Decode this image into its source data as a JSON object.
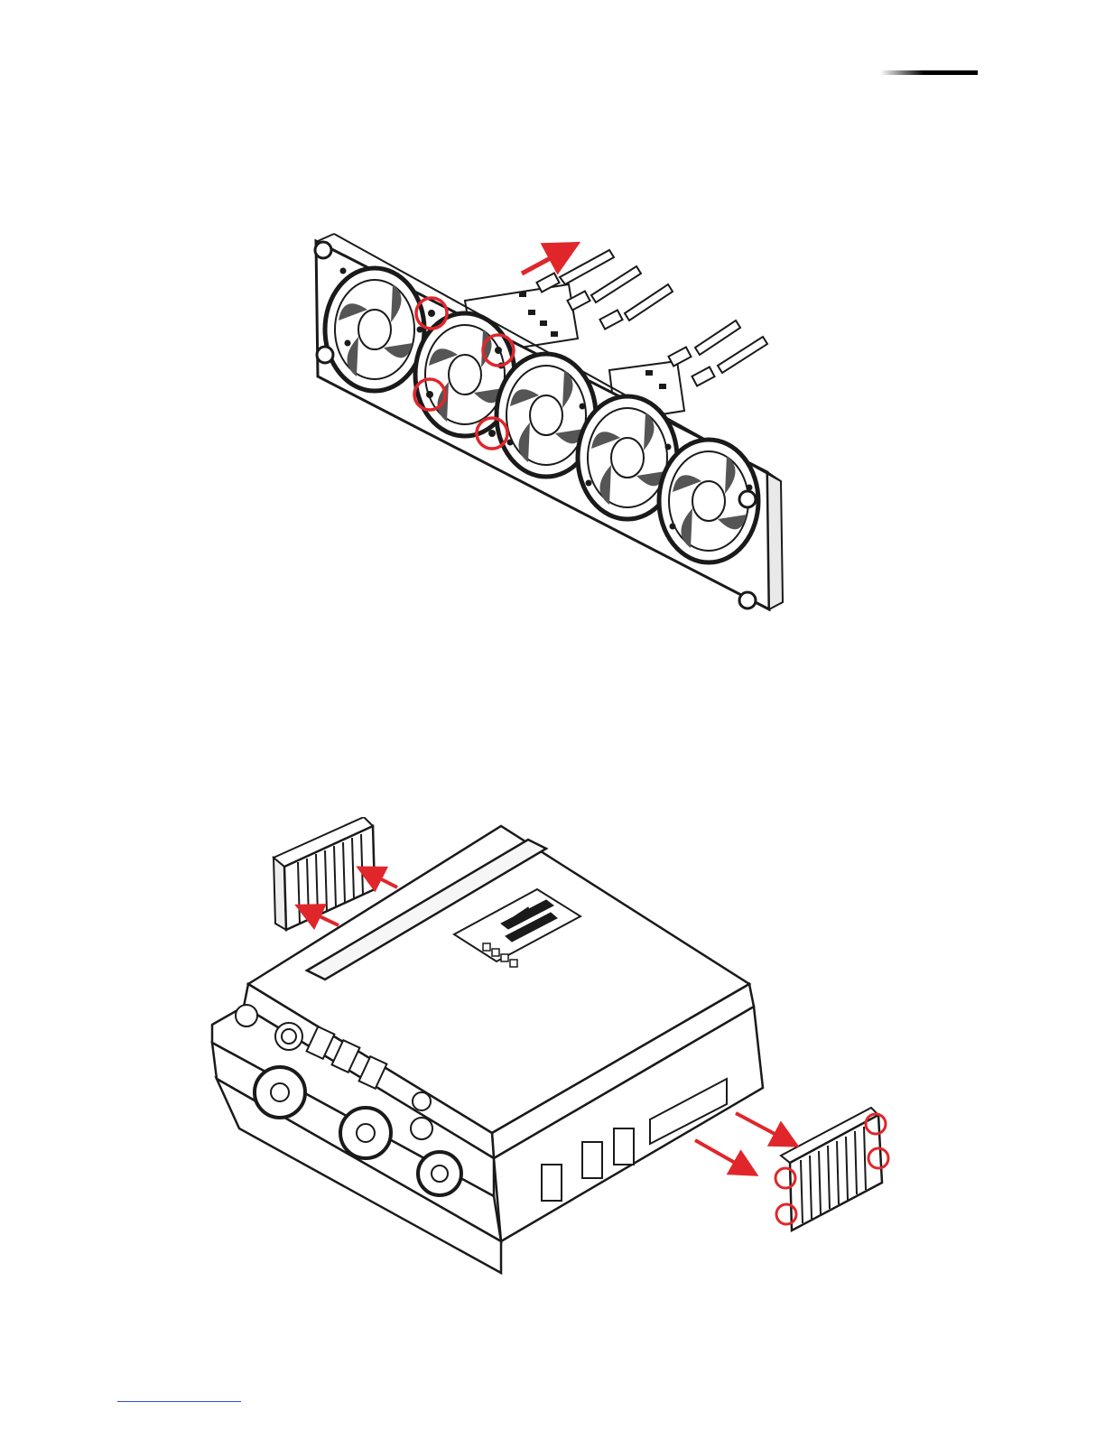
{
  "page": {
    "background": "#ffffff",
    "accent_red": "#e0262b",
    "line_color": "#1a1a1a",
    "link_color": "#2b4fd6"
  },
  "figures": [
    {
      "id": "fan-module",
      "icon": "fan-bracket-illustration",
      "fan_count": 5,
      "connector_count": 5,
      "highlighted_screws": 4
    },
    {
      "id": "inverter-vent-covers",
      "icon": "inverter-illustration",
      "vent_covers": 2,
      "highlighted_screws": 4
    }
  ]
}
